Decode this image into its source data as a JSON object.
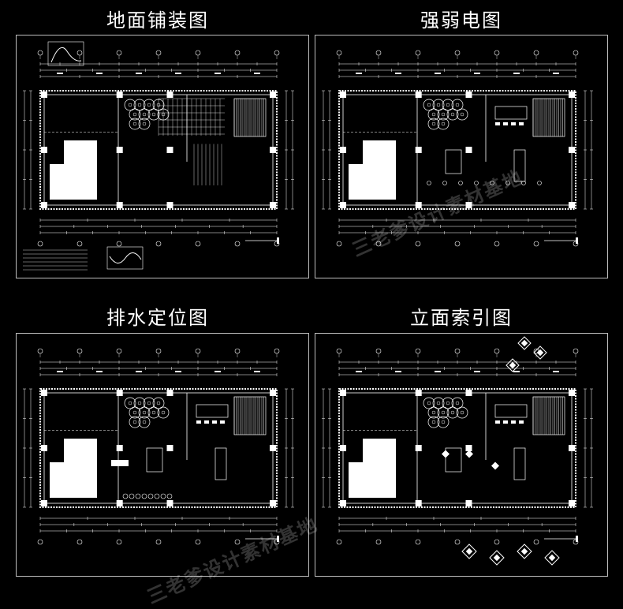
{
  "titles": {
    "top_left": "地面铺装图",
    "top_right": "强弱电图",
    "bottom_left": "排水定位图",
    "bottom_right": "立面索引图"
  },
  "watermark": "三老爹设计素材基地",
  "colors": {
    "background": "#000000",
    "line": "#ffffff",
    "panel_border": "#bdbdbd",
    "watermark": "rgba(255,255,255,0.20)"
  }
}
